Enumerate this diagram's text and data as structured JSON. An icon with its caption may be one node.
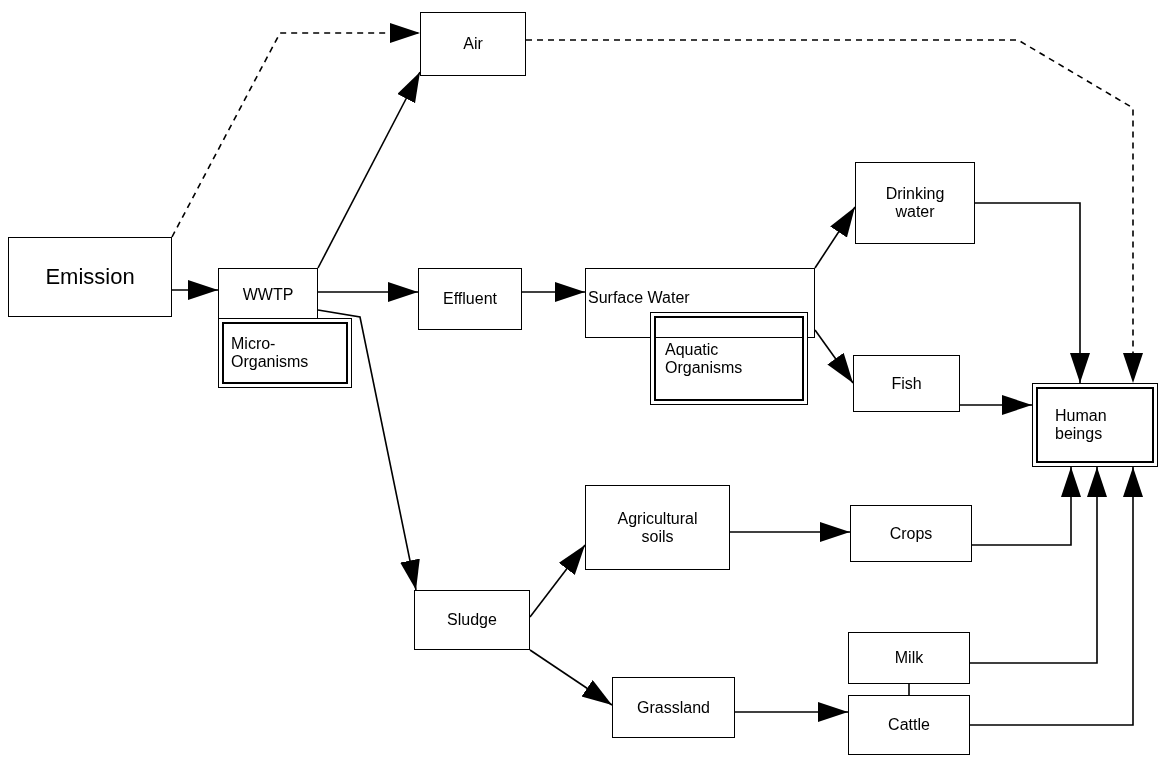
{
  "diagram": {
    "nodes": [
      {
        "text": [
          "Emission"
        ]
      },
      {
        "text": [
          "WWTP"
        ]
      },
      {
        "text": [
          "Micro- Organisms"
        ]
      },
      {
        "text": [
          "Air"
        ]
      },
      {
        "text": [
          "Effluent"
        ]
      },
      {
        "text": [
          "Surface Water"
        ]
      },
      {
        "text": [
          "Aquatic Organisms"
        ]
      },
      {
        "text": [
          "Drinking water"
        ]
      },
      {
        "text": [
          "Fish"
        ]
      },
      {
        "text": [
          "Human beings"
        ]
      },
      {
        "text": [
          "Agricultural soils"
        ]
      },
      {
        "text": [
          "Crops"
        ]
      },
      {
        "text": [
          "Sludge"
        ]
      },
      {
        "text": [
          "Milk"
        ]
      },
      {
        "text": [
          "Grassland"
        ]
      },
      {
        "text": [
          "Cattle"
        ]
      }
    ],
    "edges": [
      {
        "from": 0,
        "to": 1,
        "arrow": "to"
      },
      {
        "from": 0,
        "to": 3,
        "arrow": "to",
        "style": "dashed"
      },
      {
        "from": 3,
        "to": 9,
        "arrow": "to",
        "style": "dashed"
      },
      {
        "from": 1,
        "to": 3,
        "arrow": "to"
      },
      {
        "from": 1,
        "to": 4,
        "arrow": "to"
      },
      {
        "from": 1,
        "to": 12,
        "arrow": "to"
      },
      {
        "from": 4,
        "to": 5,
        "arrow": "to"
      },
      {
        "from": 5,
        "to": 7,
        "arrow": "to"
      },
      {
        "from": 5,
        "to": 8,
        "arrow": "to"
      },
      {
        "from": 7,
        "to": 9,
        "arrow": "to"
      },
      {
        "from": 8,
        "to": 9,
        "arrow": "to"
      },
      {
        "from": 12,
        "to": 10,
        "arrow": "to"
      },
      {
        "from": 12,
        "to": 14,
        "arrow": "to"
      },
      {
        "from": 10,
        "to": 11,
        "arrow": "to"
      },
      {
        "from": 11,
        "to": 9,
        "arrow": "to"
      },
      {
        "from": 13,
        "to": 9,
        "arrow": "to"
      },
      {
        "from": 15,
        "to": 9,
        "arrow": "to"
      },
      {
        "from": 14,
        "to": 15,
        "arrow": "to"
      },
      {
        "from": 13,
        "to": 15,
        "arrow": "none"
      }
    ]
  }
}
